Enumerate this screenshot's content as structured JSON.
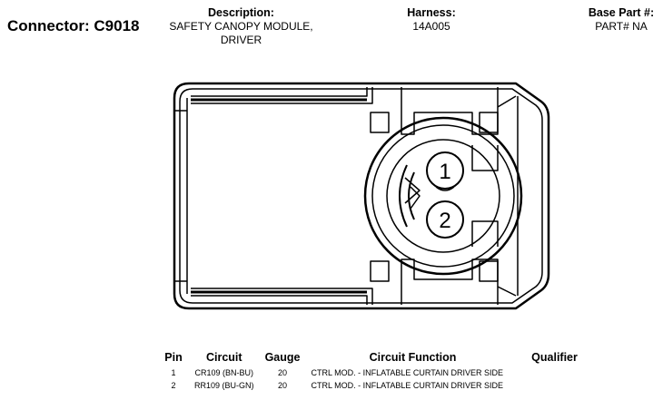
{
  "header": {
    "connector": "Connector: C9018",
    "description_label": "Description:",
    "description_value": "SAFETY CANOPY MODULE,\nDRIVER",
    "harness_label": "Harness:",
    "harness_value": "14A005",
    "base_part_label": "Base Part #:",
    "base_part_value": "PART# NA"
  },
  "diagram": {
    "pins": [
      "1",
      "2"
    ]
  },
  "table": {
    "headers": {
      "pin": "Pin",
      "circuit": "Circuit",
      "gauge": "Gauge",
      "function": "Circuit Function",
      "qualifier": "Qualifier"
    },
    "rows": [
      {
        "pin": "1",
        "circuit": "CR109 (BN-BU)",
        "gauge": "20",
        "function": "CTRL MOD. - INFLATABLE CURTAIN DRIVER SIDE",
        "qualifier": ""
      },
      {
        "pin": "2",
        "circuit": "RR109 (BU-GN)",
        "gauge": "20",
        "function": "CTRL MOD. - INFLATABLE CURTAIN DRIVER SIDE",
        "qualifier": ""
      }
    ]
  }
}
